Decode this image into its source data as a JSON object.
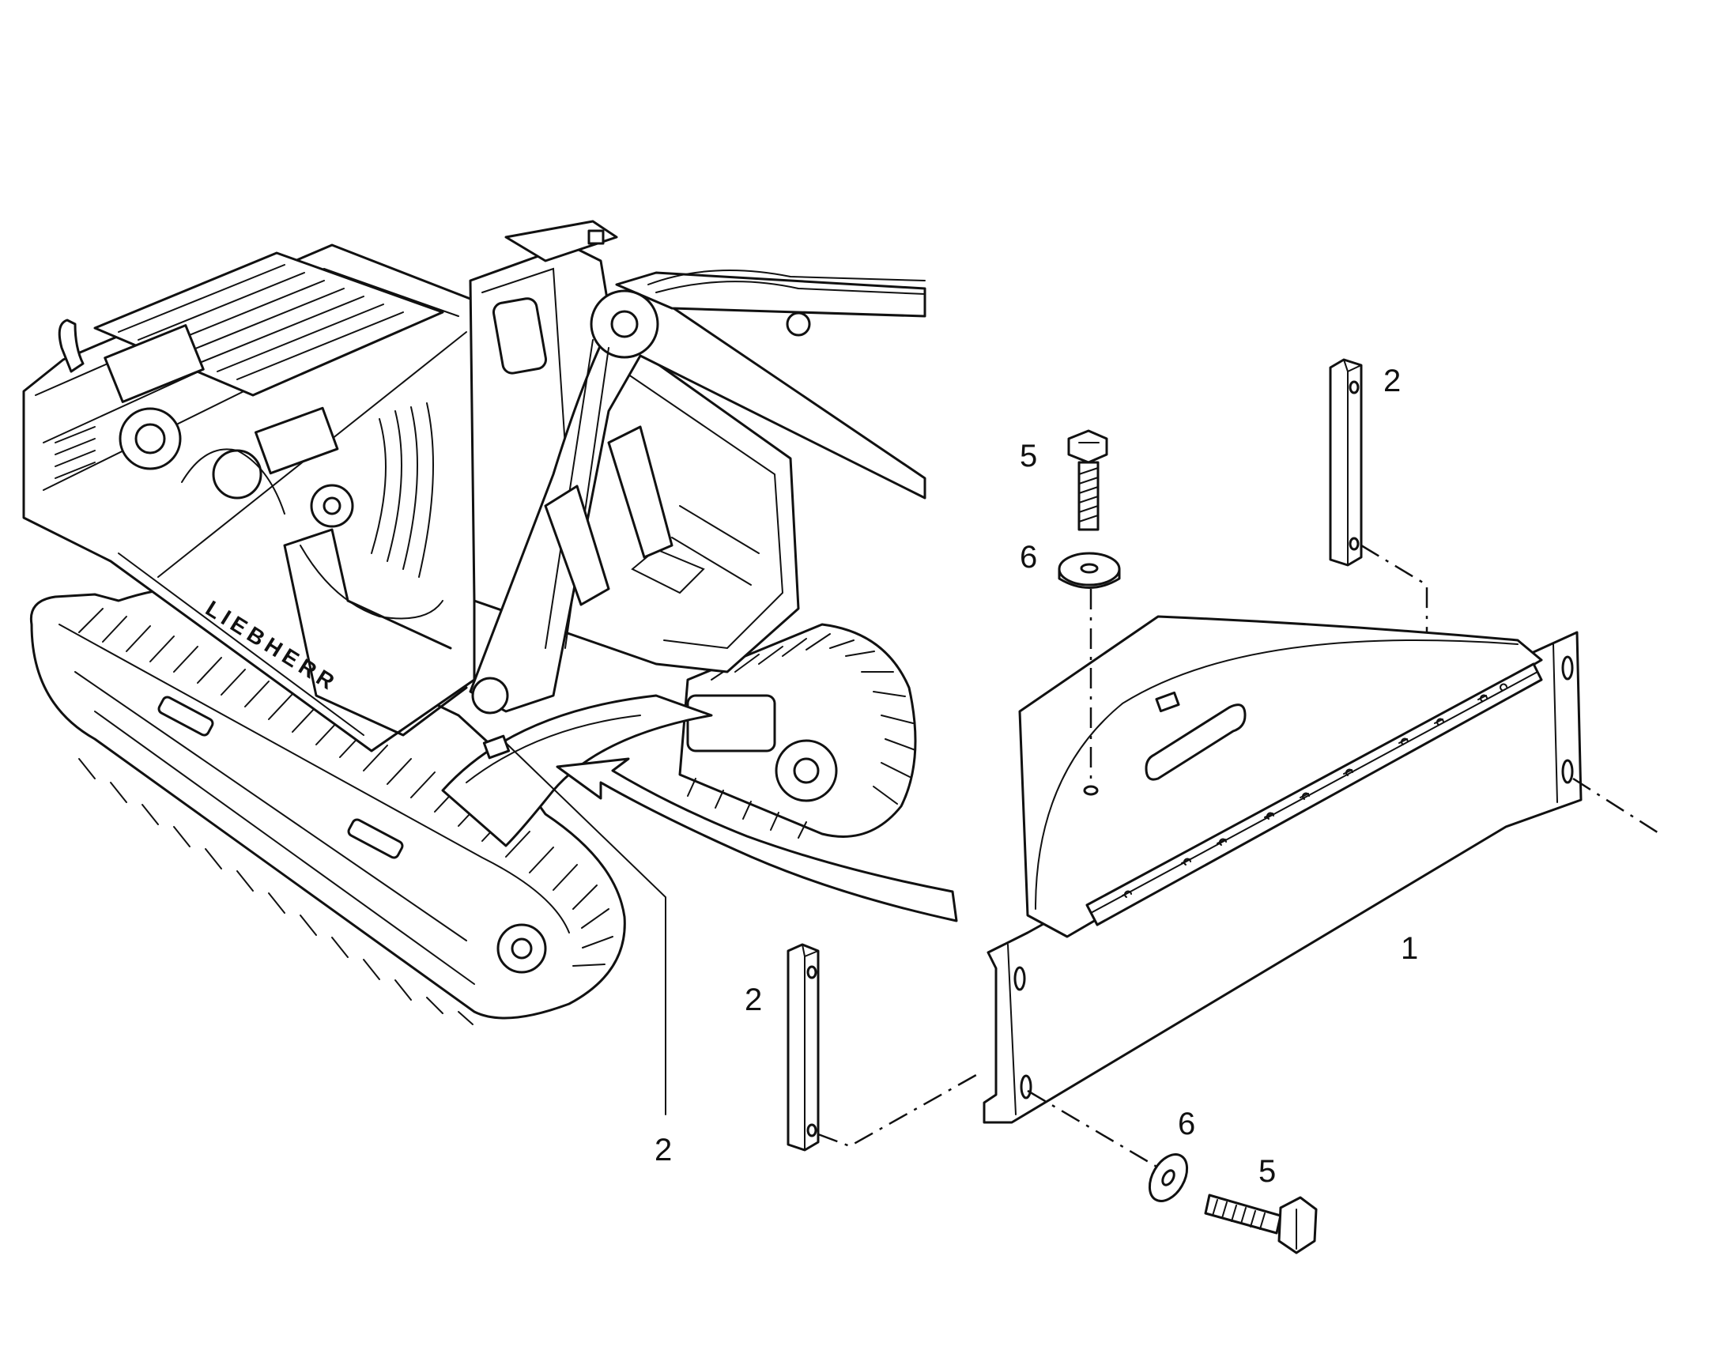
{
  "callouts": {
    "part_1": "1",
    "part_2_top": "2",
    "part_2_mid": "2",
    "part_2_bottom": "2",
    "part_5_top": "5",
    "part_6_top": "6",
    "part_6_bottom": "6",
    "part_5_bottom": "5"
  },
  "machine_logo_text": "LIEBHERR",
  "colors": {
    "ink": "#111111",
    "paper": "#ffffff"
  }
}
